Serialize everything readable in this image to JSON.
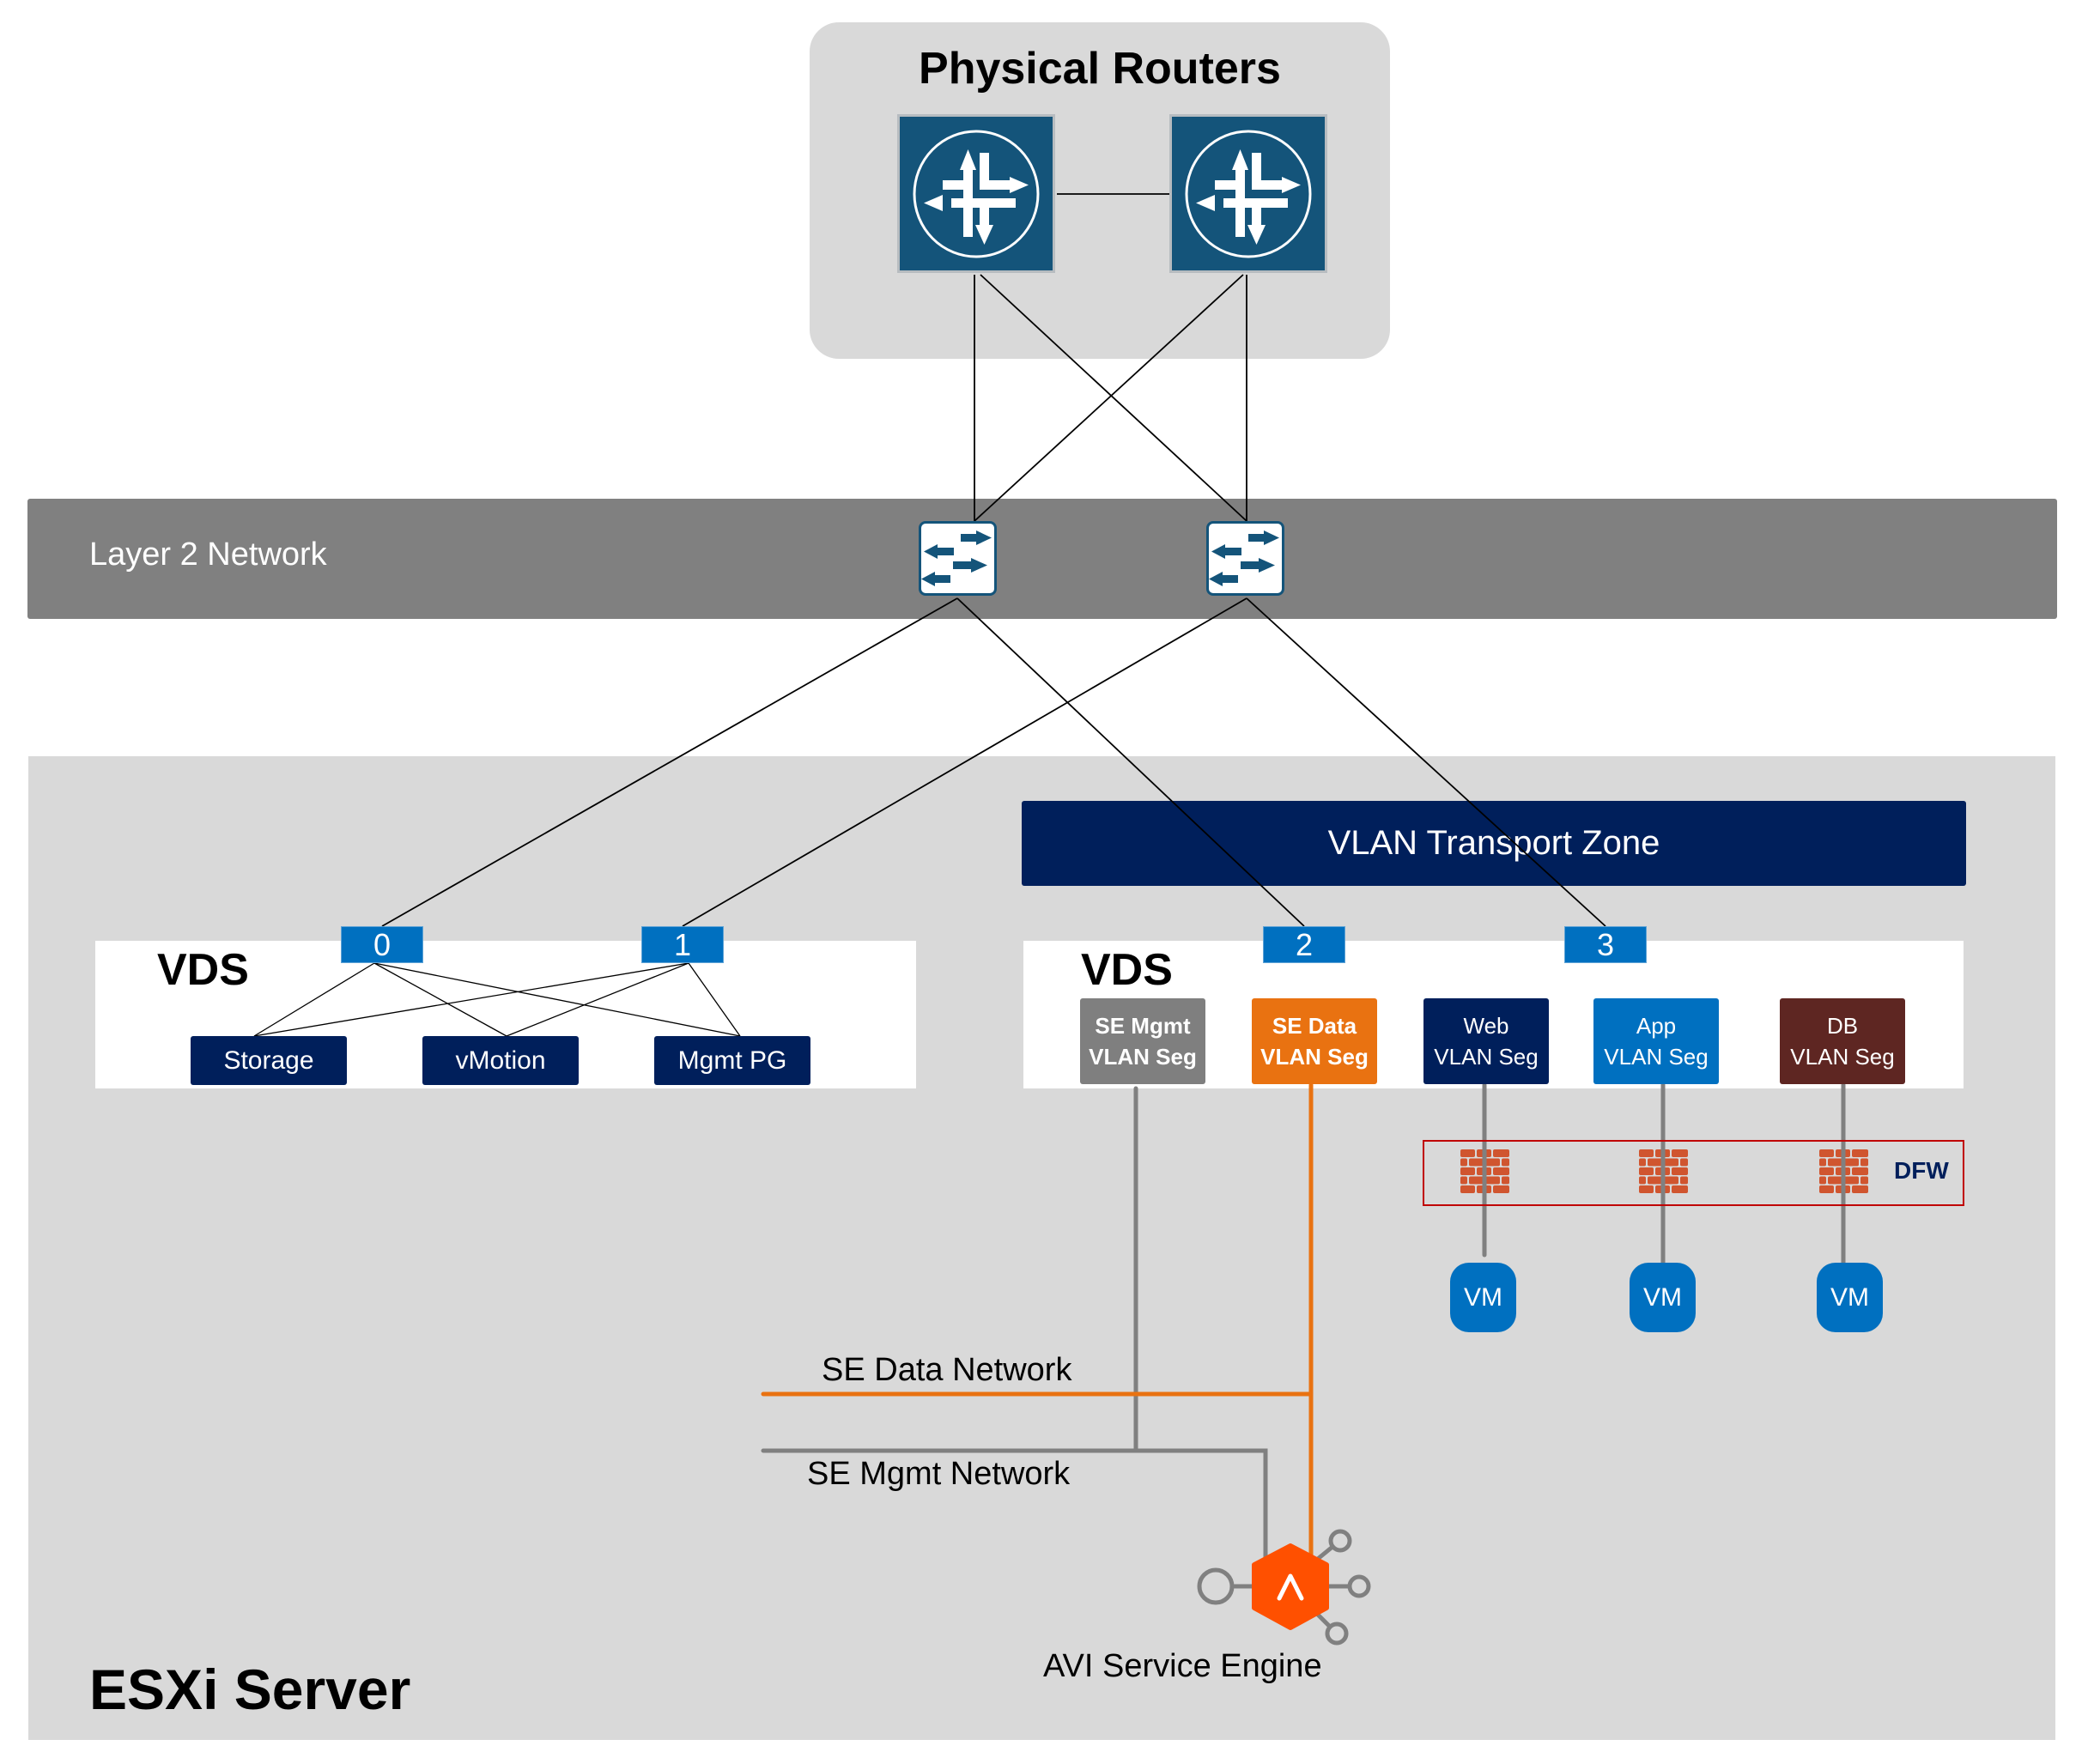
{
  "physical_routers": {
    "title": "Physical Routers",
    "routers": [
      {
        "icon": "router-icon"
      },
      {
        "icon": "router-icon"
      }
    ]
  },
  "layer2": {
    "label": "Layer 2 Network",
    "switches": [
      {
        "icon": "switch-icon"
      },
      {
        "icon": "switch-icon"
      }
    ]
  },
  "esxi": {
    "label": "ESXi Server",
    "vlan_transport_zone": "VLAN Transport Zone",
    "vds_left": {
      "label": "VDS",
      "uplinks": [
        "0",
        "1"
      ],
      "port_groups": [
        "Storage",
        "vMotion",
        "Mgmt PG"
      ]
    },
    "vds_right": {
      "label": "VDS",
      "uplinks": [
        "2",
        "3"
      ],
      "segments": [
        {
          "line1": "SE Mgmt",
          "line2": "VLAN Seg",
          "color": "#7f7f7f"
        },
        {
          "line1": "SE Data",
          "line2": "VLAN Seg",
          "color": "#e97211"
        },
        {
          "line1": "Web",
          "line2": "VLAN Seg",
          "color": "#001f5b"
        },
        {
          "line1": "App",
          "line2": "VLAN Seg",
          "color": "#0070c0"
        },
        {
          "line1": "DB",
          "line2": "VLAN Seg",
          "color": "#5e2622"
        }
      ]
    },
    "dfw": {
      "label": "DFW",
      "icon": "firewall-icon"
    },
    "vms": [
      "VM",
      "VM",
      "VM"
    ],
    "se_data_network": "SE Data Network",
    "se_mgmt_network": "SE Mgmt Network",
    "avi_service_engine": "AVI Service Engine"
  },
  "colors": {
    "router_blue": "#14547a",
    "navy": "#001f5b",
    "port_blue": "#0070c0",
    "orange": "#e97211",
    "avi_orange": "#ff5000",
    "gray_line": "#808080",
    "dfw_red": "#c00000"
  }
}
